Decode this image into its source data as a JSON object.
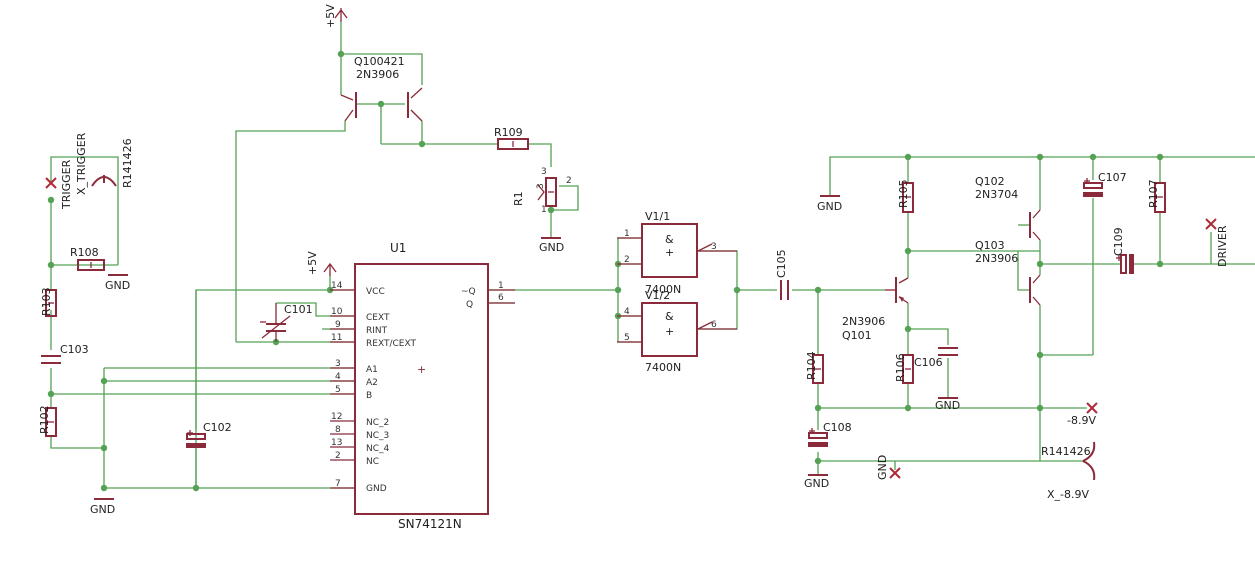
{
  "ic": {
    "ref": "U1",
    "part": "SN74121N",
    "vcc_ref": "+5V",
    "pins_left": [
      {
        "num": "14",
        "name": "VCC"
      },
      {
        "num": "10",
        "name": "CEXT"
      },
      {
        "num": "9",
        "name": "RINT"
      },
      {
        "num": "11",
        "name": "REXT/CEXT"
      },
      {
        "num": "3",
        "name": "A1"
      },
      {
        "num": "4",
        "name": "A2"
      },
      {
        "num": "5",
        "name": "B"
      },
      {
        "num": "12",
        "name": "NC_2"
      },
      {
        "num": "8",
        "name": "NC_3"
      },
      {
        "num": "13",
        "name": "NC_4"
      },
      {
        "num": "2",
        "name": "NC"
      },
      {
        "num": "7",
        "name": "GND"
      }
    ],
    "pins_right": [
      {
        "num": "1",
        "name": "~Q"
      },
      {
        "num": "6",
        "name": "Q"
      }
    ]
  },
  "gates": [
    {
      "ref": "V1/1",
      "part": "7400N",
      "in1": "1",
      "in2": "2",
      "out": "3",
      "sym1": "&",
      "sym2": "+"
    },
    {
      "ref": "V1/2",
      "part": "7400N",
      "in1": "4",
      "in2": "5",
      "out": "6",
      "sym1": "&",
      "sym2": "+"
    }
  ],
  "top_transistors": {
    "ref_overlap": "Q100421",
    "part_overlap": "2N3906",
    "supply": "+5V"
  },
  "resistors": [
    {
      "ref": "R103"
    },
    {
      "ref": "R102"
    },
    {
      "ref": "R108"
    },
    {
      "ref": "R109"
    },
    {
      "ref": "R105"
    },
    {
      "ref": "R104"
    },
    {
      "ref": "R106"
    },
    {
      "ref": "R107"
    }
  ],
  "capacitors": [
    {
      "ref": "C103"
    },
    {
      "ref": "C102"
    },
    {
      "ref": "C101"
    },
    {
      "ref": "C105"
    },
    {
      "ref": "C106"
    },
    {
      "ref": "C107"
    },
    {
      "ref": "C108"
    },
    {
      "ref": "C109"
    }
  ],
  "pot": {
    "ref": "R1",
    "pins": [
      "3",
      "2",
      "1"
    ]
  },
  "transistors": [
    {
      "ref": "Q101",
      "part": "2N3906"
    },
    {
      "ref": "Q102",
      "part": "2N3704"
    },
    {
      "ref": "Q103",
      "part": "2N3906"
    }
  ],
  "connectors": {
    "trigger_x": "X_TRIGGER",
    "trigger_r": "R141426",
    "trigger_label": "TRIGGER",
    "neg_x": "X_-8.9V",
    "neg_r": "R141426",
    "neg_label": "-8.9V",
    "driver_label": "DRIVER",
    "gnd_label": "GND"
  },
  "gnd": "GND",
  "colors": {
    "wire": "#55a255",
    "component": "#8b2a3a",
    "text": "#1f1f1f"
  }
}
